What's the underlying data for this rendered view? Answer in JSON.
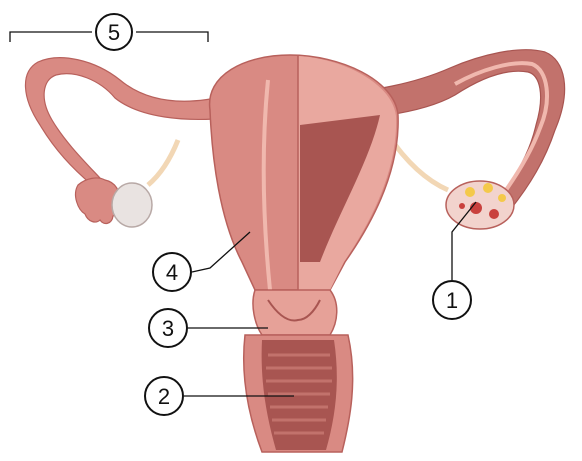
{
  "diagram": {
    "labels": [
      {
        "id": "label-1",
        "text": "1"
      },
      {
        "id": "label-2",
        "text": "2"
      },
      {
        "id": "label-3",
        "text": "3"
      },
      {
        "id": "label-4",
        "text": "4"
      },
      {
        "id": "label-5",
        "text": "5"
      }
    ]
  },
  "colors": {
    "tissue": "#d98a83",
    "tissue_dark": "#b8615c",
    "tissue_light": "#f0b8ae",
    "cavity": "#a85551",
    "inner_wall": "#e9a89f",
    "ovary": "#f2d3cd",
    "ovary_left": "#e9e3e1",
    "ligament": "#f2d7b5",
    "follicle_yellow": "#f4c94a",
    "follicle_red": "#c9413d"
  }
}
